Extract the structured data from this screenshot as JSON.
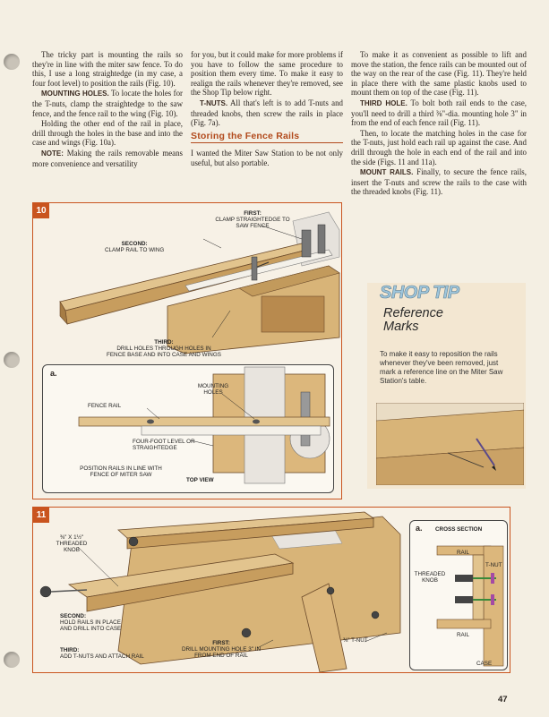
{
  "column1": {
    "p1": "The tricky part is mounting the rails so they're in line with the miter saw fence. To do this, I use a long straightedge (in my case, a four foot level) to position the rails (Fig. 10).",
    "p2_run": "Mounting Holes.",
    "p2": " To locate the holes for the T-nuts, clamp the straightedge to the saw fence, and the fence rail to the wing (Fig. 10).",
    "p3": "Holding the other end of the rail in place, drill through the holes in the base and into the case and wings (Fig. 10a).",
    "p4_run": "Note:",
    "p4": " Making the rails removable means more convenience and versatility"
  },
  "column2": {
    "p1": "for you, but it could make for more problems if you have to follow the same procedure to position them every time. To make it easy to realign the rails whenever they're removed, see the Shop Tip below right.",
    "p2_run": "T-Nuts.",
    "p2": " All that's left is to add T-nuts and threaded knobs, then screw the rails in place (Fig. 7a).",
    "heading": "Storing the Fence Rails",
    "p3": "I wanted the Miter Saw Station to be not only useful, but also portable."
  },
  "column3": {
    "p1": "To make it as convenient as possible to lift and move the station, the fence rails can be mounted out of the way on the rear of the case (Fig. 11). They're held in place there with the same plastic knobs used to mount them on top of the case (Fig. 11).",
    "p2_run": "Third Hole.",
    "p2": " To bolt both rail ends to the case, you'll need to drill a third ⅜\"-dia. mounting hole 3\" in from the end of each fence rail (Fig. 11).",
    "p3": "Then, to locate the matching holes in the case for the T-nuts, just hold each rail up against the case. And drill through the hole in each end of the rail and into the side (Figs. 11 and 11a).",
    "p4_run": "Mount Rails.",
    "p4": " Finally, to secure the fence rails, insert the T-nuts and screw the rails to the case with the threaded knobs (Fig. 11)."
  },
  "fig10": {
    "number": "10",
    "first": "First:",
    "first_text": "Clamp straightedge to saw fence",
    "second": "Second:",
    "second_text": "Clamp rail to wing",
    "third": "Third:",
    "third_text1": "Drill holes through holes in",
    "third_text2": "fence base and into case and wings",
    "a": "a.",
    "mounting_holes": "Mounting holes",
    "fence_rail": "Fence rail",
    "level": "Four-foot level or straightedge",
    "position": "Position rails in line with fence of miter saw",
    "top_view": "Top view"
  },
  "fig11": {
    "number": "11",
    "knob": "⅜\" x 1½\" threaded knob",
    "second": "Second:",
    "second_text": "Hold rails in place and drill into case",
    "third": "Third:",
    "third_text": "Add T-nuts and attach rail",
    "first": "First:",
    "first_text": "Drill mounting hole 3\" in from end of rail",
    "tnut": "⅜\" T-nut",
    "a": "a.",
    "cross_section": "Cross section",
    "rail": "Rail",
    "tnut_label": "T-nut",
    "threaded_knob": "Threaded knob",
    "rail2": "Rail",
    "case": "Case"
  },
  "shop_tip": {
    "title": "SHOP TIP",
    "subtitle1": "Reference",
    "subtitle2": "Marks",
    "body": "To make it easy to reposition the rails whenever they've been removed, just mark a reference line on the Miter Saw Station's table."
  },
  "page_number": "47",
  "colors": {
    "accent": "#c9541f",
    "wood": "#d8b478",
    "tip_blue": "#9fc6dc"
  }
}
